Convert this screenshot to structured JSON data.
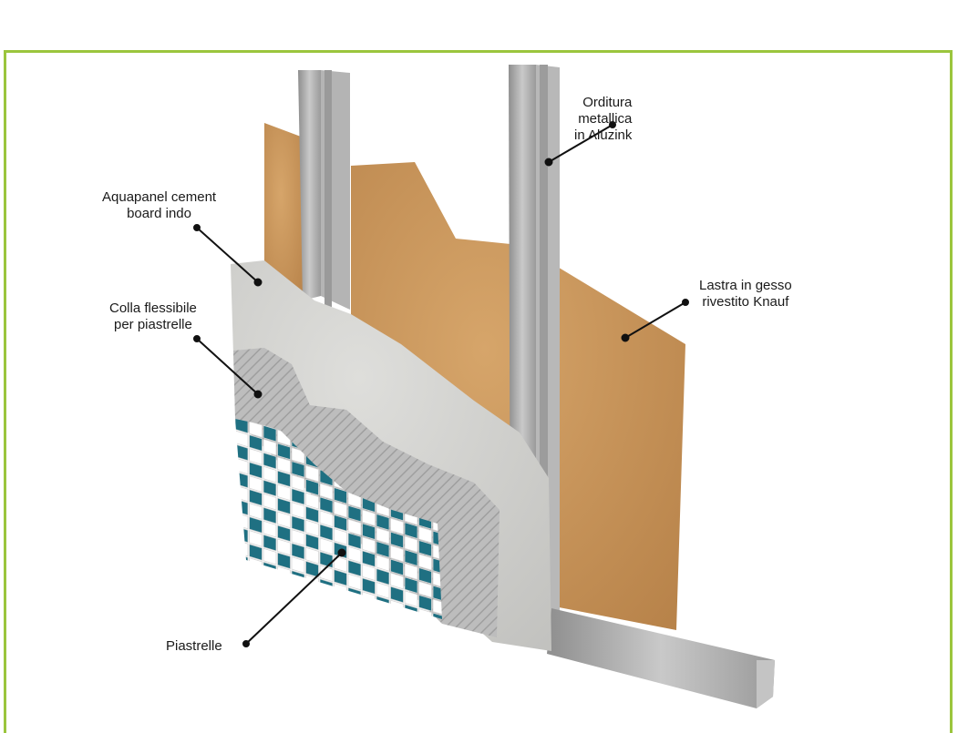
{
  "colors": {
    "frame": "#9bc53d",
    "gypsum": "#c8955a",
    "cement": "#d2d2cf",
    "adhesive": "#bdbdbd",
    "metal": "#a9a9a9",
    "tile_teal": "#1f7082",
    "tile_white": "#ffffff"
  },
  "labels": {
    "orditura": [
      "Orditura",
      "metallica",
      "in Aluzink"
    ],
    "aquapanel": [
      "Aquapanel cement",
      "board indo"
    ],
    "lastra": [
      "Lastra in gesso",
      "rivestito Knauf"
    ],
    "colla": [
      "Colla flessibile",
      "per piastrelle"
    ],
    "piastrelle": [
      "Piastrelle"
    ]
  }
}
